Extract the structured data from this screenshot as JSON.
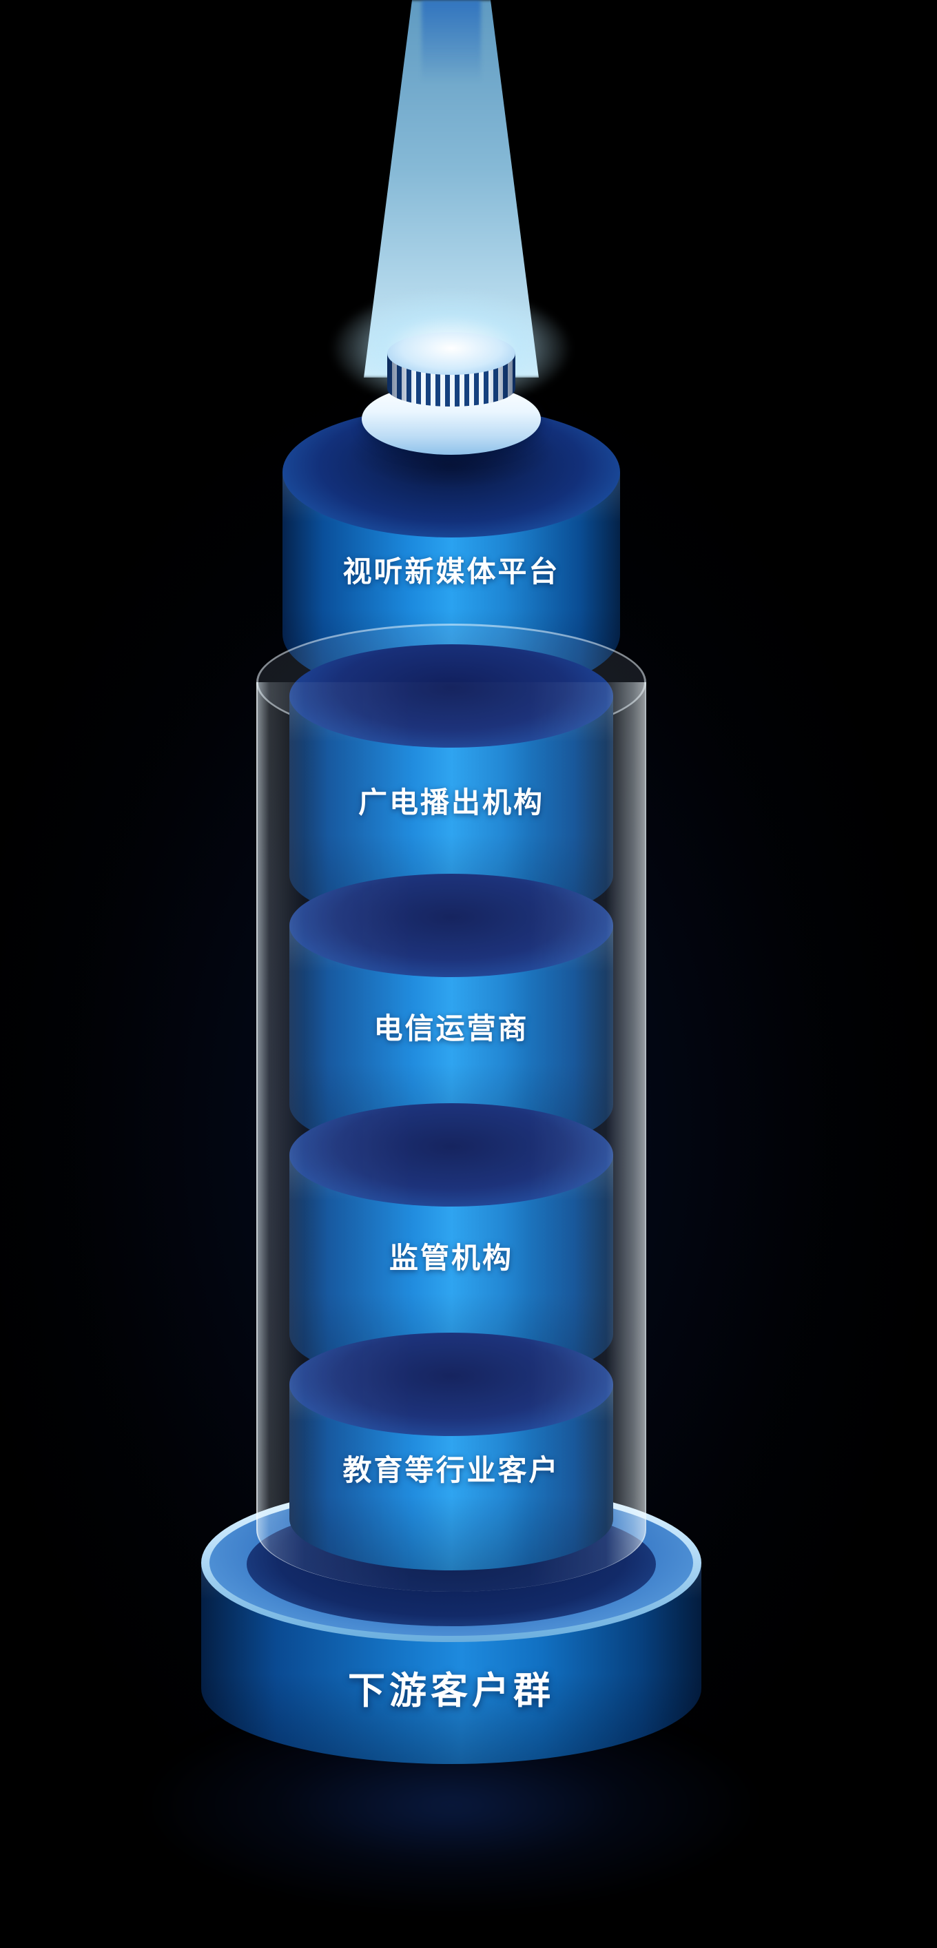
{
  "colors": {
    "bg": "#000000",
    "cylinder-bright": "#2aa2f0",
    "cylinder-mid": "#1679cc",
    "cylinder-dark": "#042248",
    "cylinder-top-face": "#182f78",
    "glass": "#e6f4ff",
    "beam": "#bfe6ff",
    "cap-stripe": "#15417f",
    "base-rim": "#bfe2fa",
    "label-color": "#ffffff"
  },
  "tower": {
    "beam": {
      "name": "light-beam"
    },
    "connector": {
      "name": "striped-cap"
    },
    "top_cylinder": {
      "label": "视听新媒体平台"
    },
    "tube_segments": [
      {
        "label": "广电播出机构"
      },
      {
        "label": "电信运营商"
      },
      {
        "label": "监管机构"
      },
      {
        "label": "教育等行业客户"
      }
    ],
    "base": {
      "label": "下游客户群"
    }
  }
}
